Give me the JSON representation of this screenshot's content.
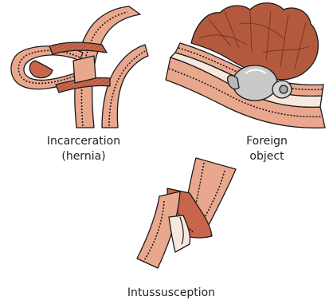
{
  "panels": [
    {
      "id": "hernia",
      "caption_lines": [
        "Incarceration",
        "(hernia)"
      ],
      "icon": "incarcerated-hernia-illustration"
    },
    {
      "id": "foreign",
      "caption_lines": [
        "Foreign",
        "object"
      ],
      "icon": "foreign-object-in-bowel-illustration"
    },
    {
      "id": "intus",
      "caption_lines": [
        "Intussusception"
      ],
      "icon": "intussusception-illustration"
    }
  ],
  "colors": {
    "bowel_wall": "#e9a88e",
    "bowel_dark": "#c7664b",
    "lumen": "#f7e7dc",
    "outline": "#1a1a1a",
    "foreign_object": "#c9c9c9",
    "muscle": "#b35a3e"
  }
}
